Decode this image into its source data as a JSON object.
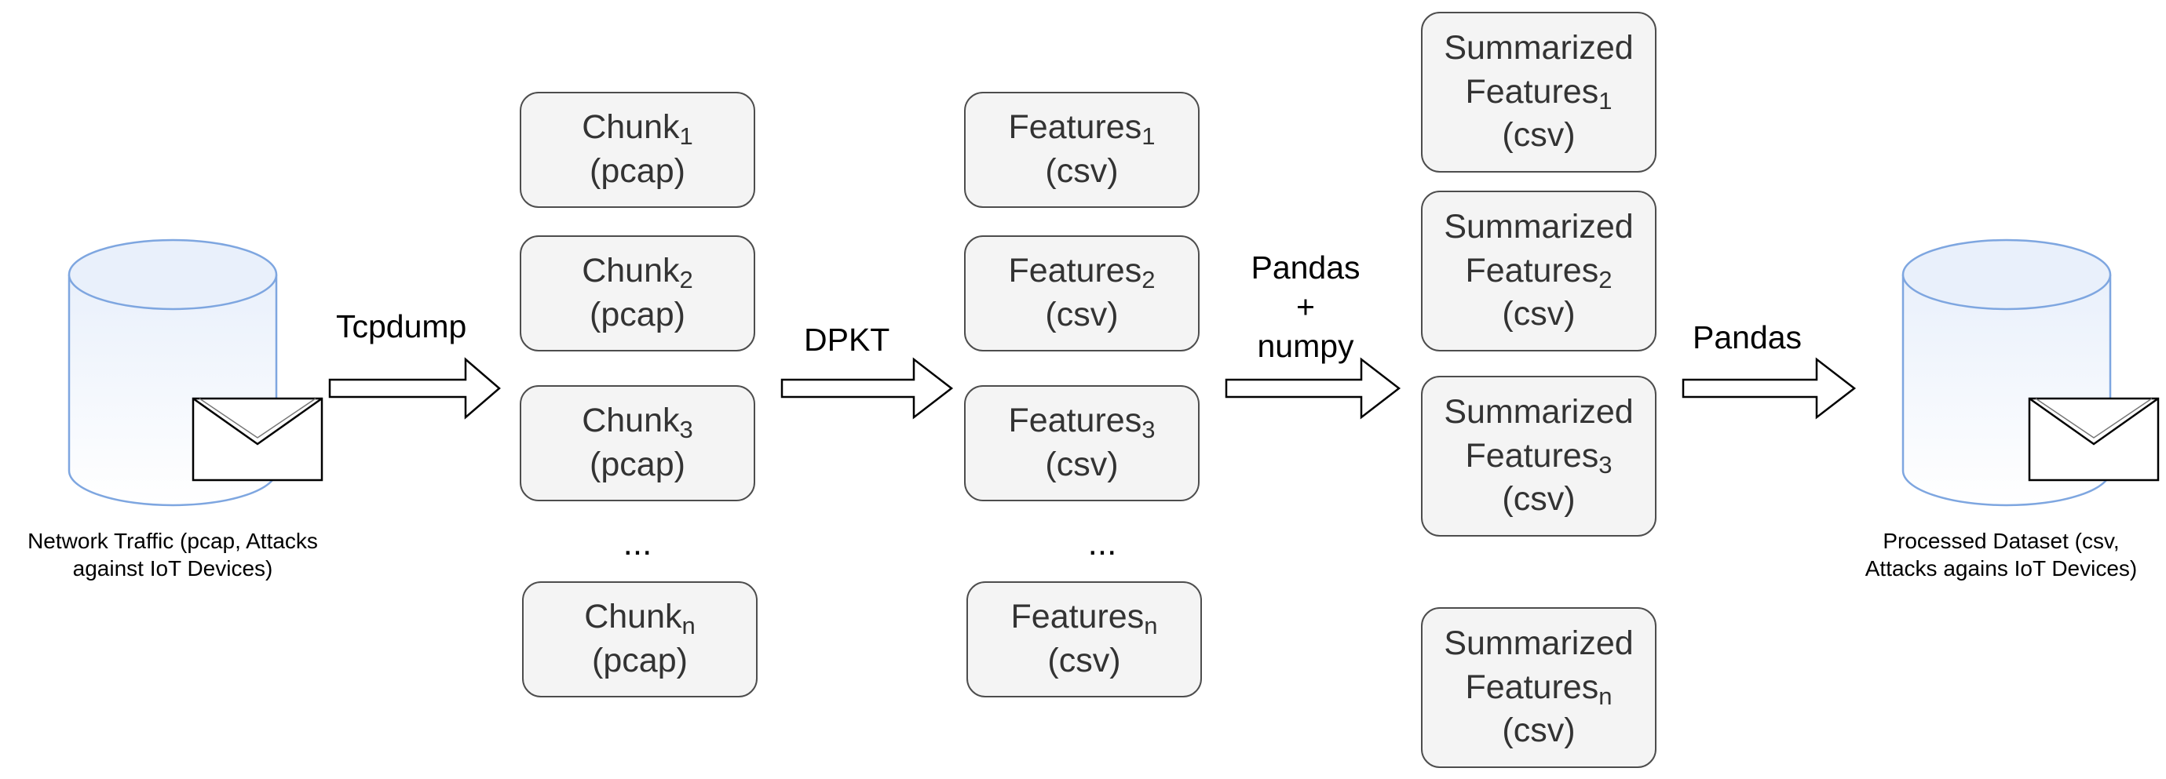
{
  "colors": {
    "box_fill": "#f4f4f4",
    "box_border": "#4d4d4d",
    "db_fill_top": "#e9f0fb",
    "db_fill_bottom": "#ffffff",
    "db_border": "#7ea6e0",
    "arrow_fill": "#ffffff",
    "arrow_stroke": "#000000"
  },
  "icons": [
    "database-icon",
    "envelope-icon",
    "arrow-icon"
  ],
  "source": {
    "caption_line1": "Network Traffic (pcap, Attacks",
    "caption_line2": "against IoT Devices)"
  },
  "target": {
    "caption_line1": "Processed Dataset (csv,",
    "caption_line2": "Attacks agains IoT Devices)"
  },
  "arrows": {
    "tcpdump": "Tcpdump",
    "dpkt": "DPKT",
    "pandas_numpy_line1": "Pandas",
    "pandas_numpy_line2": "+",
    "pandas_numpy_line3": "numpy",
    "pandas": "Pandas"
  },
  "chunks": {
    "base": "Chunk",
    "sub_1": "1",
    "sub_2": "2",
    "sub_3": "3",
    "sub_n": "n",
    "format": "(pcap)",
    "ellipsis": "..."
  },
  "features": {
    "base": "Features",
    "sub_1": "1",
    "sub_2": "2",
    "sub_3": "3",
    "sub_n": "n",
    "format": "(csv)",
    "ellipsis": "..."
  },
  "summarized": {
    "line1": "Summarized",
    "base": "Features",
    "sub_1": "1",
    "sub_2": "2",
    "sub_3": "3",
    "sub_n": "n",
    "format": "(csv)"
  }
}
